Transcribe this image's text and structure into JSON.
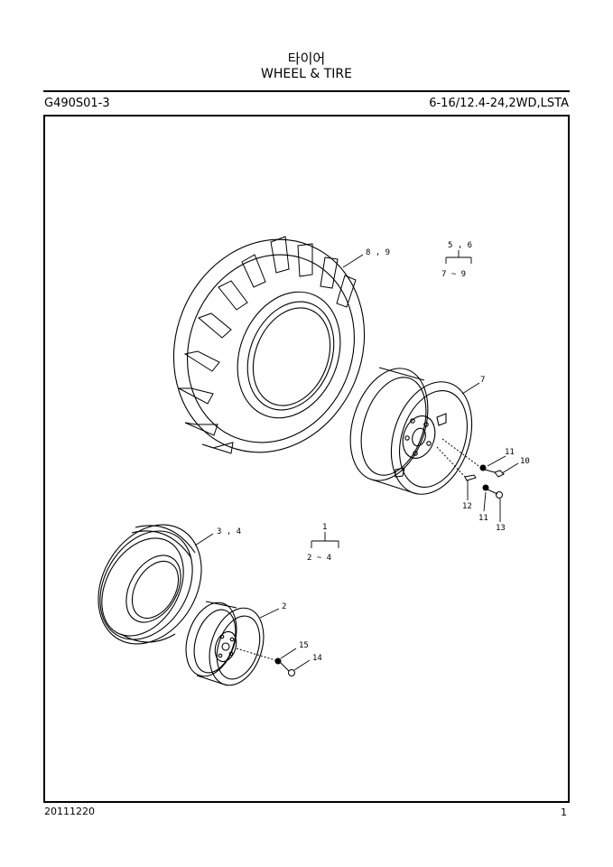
{
  "header": {
    "title_ko": "타이어",
    "title_en": "WHEEL & TIRE",
    "code": "G490S01-3",
    "spec": "6-16/12.4-24,2WD,LSTA"
  },
  "callouts": {
    "rear_tire": "8 , 9",
    "rear_group_top": "5 , 6",
    "rear_group_range": "7  ~  9",
    "rear_wheel": "7",
    "bolt_11a": "11",
    "nut_10": "10",
    "pin_12": "12",
    "bolt_11b": "11",
    "nut_13": "13",
    "front_tire": "3 , 4",
    "front_group_top": "1",
    "front_group_range": "2  ~  4",
    "front_wheel": "2",
    "washer_15": "15",
    "nut_14": "14"
  },
  "footer": {
    "date": "20111220",
    "page": "1"
  }
}
